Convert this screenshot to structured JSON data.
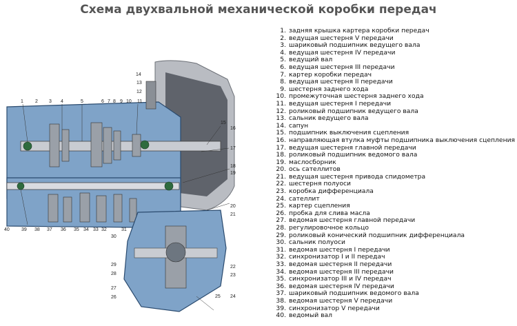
{
  "title": "Схема двухвальной механической коробки передач",
  "callout_numbers": [
    "1",
    "2",
    "3",
    "4",
    "5",
    "6",
    "7",
    "8",
    "9",
    "10",
    "11",
    "12",
    "13",
    "14",
    "15",
    "16",
    "17",
    "18",
    "19",
    "20",
    "21",
    "22",
    "23",
    "24",
    "25",
    "26",
    "27",
    "28",
    "29",
    "30",
    "31",
    "32",
    "33",
    "34",
    "35",
    "36",
    "37",
    "38",
    "39",
    "40"
  ],
  "legend": [
    {
      "num": "1.",
      "text": "задняя крышка картера коробки передач"
    },
    {
      "num": "2.",
      "text": "ведущая шестерня V передачи"
    },
    {
      "num": "3.",
      "text": "шариковый подшипник ведущего вала"
    },
    {
      "num": "4.",
      "text": "ведущая шестерня IV передачи"
    },
    {
      "num": "5.",
      "text": "ведущий вал"
    },
    {
      "num": "6.",
      "text": "ведущая шестерня III передачи"
    },
    {
      "num": "7.",
      "text": "картер коробки передач"
    },
    {
      "num": "8.",
      "text": "ведущая шестерня II передачи"
    },
    {
      "num": "9.",
      "text": "шестерня заднего хода"
    },
    {
      "num": "10.",
      "text": "промежуточная шестерня заднего хода"
    },
    {
      "num": "11.",
      "text": "ведущая шестерня I передачи"
    },
    {
      "num": "12.",
      "text": "роликовый подшипник ведущего вала"
    },
    {
      "num": "13.",
      "text": "сальник ведущего вала"
    },
    {
      "num": "14.",
      "text": "сапун"
    },
    {
      "num": "15.",
      "text": "подшипник выключения сцепления"
    },
    {
      "num": "16.",
      "text": "направляющая втулка муфты подшипника выключения сцепления"
    },
    {
      "num": "17.",
      "text": "ведущая шестерня главной передачи"
    },
    {
      "num": "18.",
      "text": "роликовый подшипник ведомого вала"
    },
    {
      "num": "19.",
      "text": "маслосборник"
    },
    {
      "num": "20.",
      "text": "ось сателлитов"
    },
    {
      "num": "21.",
      "text": "ведущая шестерня привода спидометра"
    },
    {
      "num": "22.",
      "text": "шестерня полуоси"
    },
    {
      "num": "23.",
      "text": "коробка дифференциала"
    },
    {
      "num": "24.",
      "text": "сателлит"
    },
    {
      "num": "25.",
      "text": "картер сцепления"
    },
    {
      "num": "26.",
      "text": "пробка для слива масла"
    },
    {
      "num": "27.",
      "text": "ведомая шестерня главной передачи"
    },
    {
      "num": "28.",
      "text": "регулировочное кольцо"
    },
    {
      "num": "29.",
      "text": "роликовый конический подшипник дифференциала"
    },
    {
      "num": "30.",
      "text": "сальник полуоси"
    },
    {
      "num": "31.",
      "text": "ведомая шестерня I передачи"
    },
    {
      "num": "32.",
      "text": "синхронизатор I и II передач"
    },
    {
      "num": "33.",
      "text": "ведомая шестерня II передачи"
    },
    {
      "num": "34.",
      "text": "ведомая шестерня III передачи"
    },
    {
      "num": "35.",
      "text": "синхронизатор III и IV передач"
    },
    {
      "num": "36.",
      "text": "ведомая шестерня IV передачи"
    },
    {
      "num": "37.",
      "text": "шариковый подшипник ведомого вала"
    },
    {
      "num": "38.",
      "text": "ведомая шестерня V передачи"
    },
    {
      "num": "39.",
      "text": "синхронизатор V передачи"
    },
    {
      "num": "40.",
      "text": "ведомый вал"
    }
  ]
}
